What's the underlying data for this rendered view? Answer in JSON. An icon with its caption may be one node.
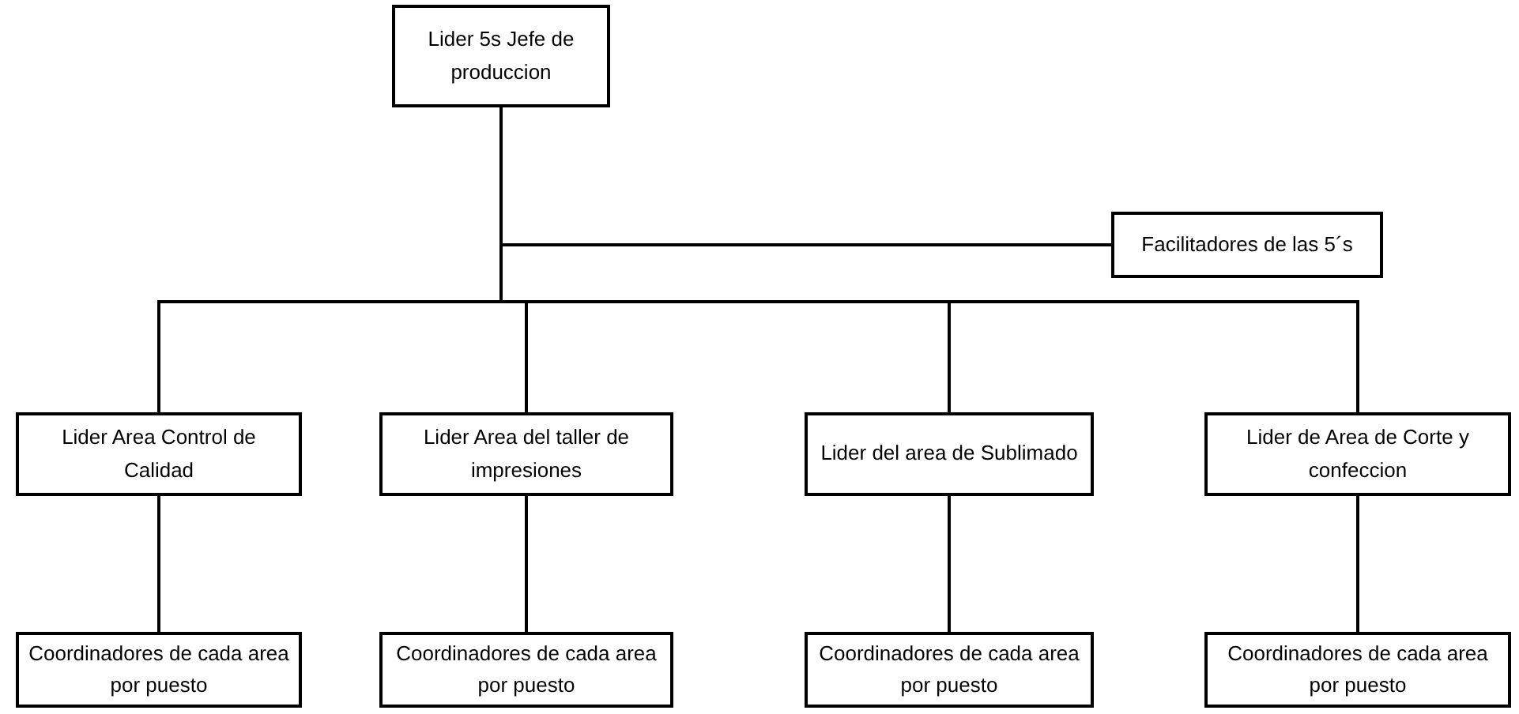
{
  "diagram": {
    "nodes": [
      {
        "text": [
          "Lider 5s Jefe de produccion"
        ]
      },
      {
        "text": [
          "Facilitadores de las 5´s"
        ]
      },
      {
        "text": [
          "Lider Area Control de Calidad"
        ]
      },
      {
        "text": [
          "Lider Area del taller de impresiones"
        ]
      },
      {
        "text": [
          "Lider del area de Sublimado"
        ]
      },
      {
        "text": [
          "Lider de Area de Corte y confeccion"
        ]
      },
      {
        "text": [
          "Coordinadores de cada area por puesto"
        ]
      },
      {
        "text": [
          "Coordinadores de cada area por puesto"
        ]
      },
      {
        "text": [
          "Coordinadores de cada area por puesto"
        ]
      },
      {
        "text": [
          "Coordinadores de cada area por puesto"
        ]
      }
    ],
    "edges": [
      {
        "from": 0,
        "to": 1,
        "arrow": "none"
      },
      {
        "from": 0,
        "to": 2,
        "arrow": "none"
      },
      {
        "from": 0,
        "to": 3,
        "arrow": "none"
      },
      {
        "from": 0,
        "to": 4,
        "arrow": "none"
      },
      {
        "from": 0,
        "to": 5,
        "arrow": "none"
      },
      {
        "from": 2,
        "to": 6,
        "arrow": "none"
      },
      {
        "from": 3,
        "to": 7,
        "arrow": "none"
      },
      {
        "from": 4,
        "to": 8,
        "arrow": "none"
      },
      {
        "from": 5,
        "to": 9,
        "arrow": "none"
      }
    ]
  }
}
